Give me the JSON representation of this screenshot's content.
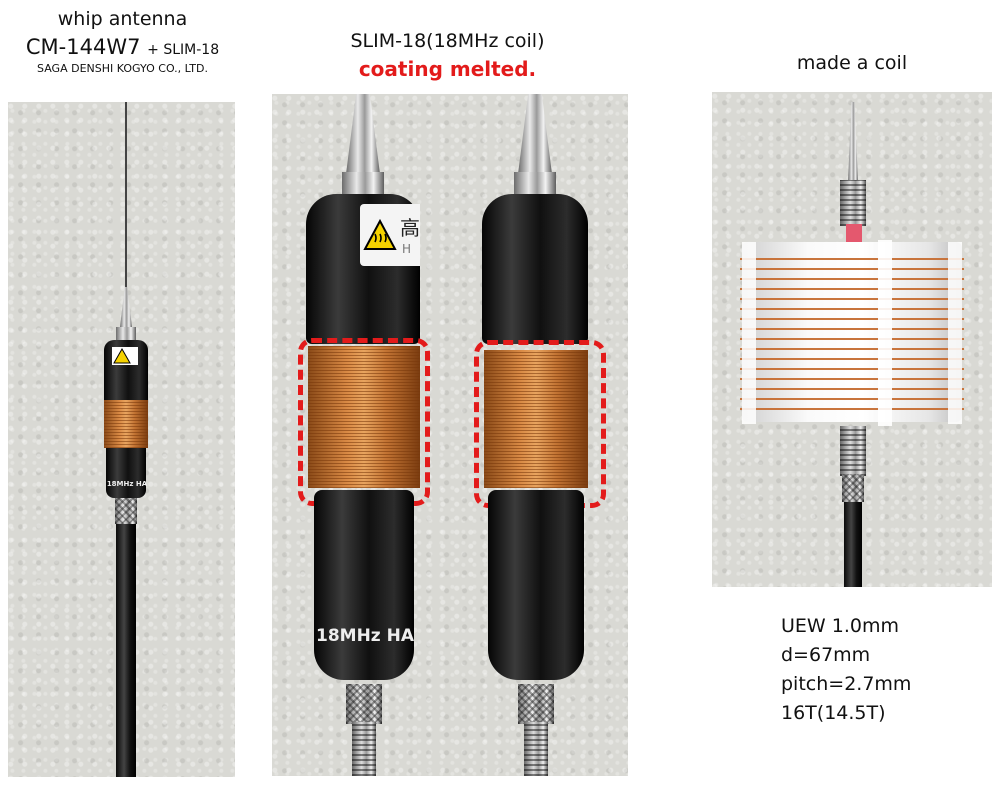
{
  "panels": {
    "left": {
      "title_line1": "whip antenna",
      "model": "CM-144W7",
      "model_extra": "+ SLIM-18",
      "maker": "SAGA DENSHI KOGYO CO., LTD.",
      "body_label": "18MHz HA"
    },
    "middle": {
      "title_main": "SLIM-18",
      "title_paren": "(18MHz coil)",
      "subtitle": "coating melted.",
      "subtitle_color": "#e31b1b",
      "sticker_text": "高",
      "sticker_text_right": "H",
      "body_label": "18MHz HA"
    },
    "right": {
      "title": "made a coil",
      "specs": [
        "UEW 1.0mm",
        "d=67mm",
        "pitch=2.7mm",
        "16T(14.5T)"
      ]
    }
  },
  "icons": {
    "warning": "hot-surface-warning-icon"
  }
}
